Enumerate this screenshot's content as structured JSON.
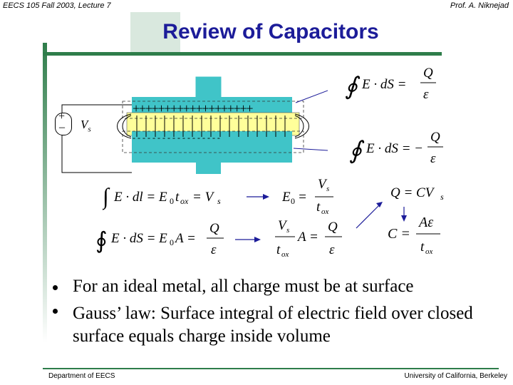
{
  "header": {
    "left": "EECS 105 Fall 2003, Lecture 7",
    "right": "Prof. A. Niknejad"
  },
  "title": "Review of Capacitors",
  "colors": {
    "title": "#1c1c99",
    "accent_green": "#2e7d4a",
    "capacitor_teal": "#40c4c8",
    "oxide_yellow": "#ffff9a",
    "gate_bg": "#e8eaf6"
  },
  "diagram": {
    "source_label": "V",
    "source_subscript": "s",
    "plus_symbol": "+",
    "minus_symbol": "–",
    "plus_charges": "+++++++++++++++++++",
    "minus_charges": "- - - - - - - - - - - - - - - - - -"
  },
  "equations": {
    "gauss_top": "∮E·dS = Q/ε",
    "gauss_bottom": "∮E·dS = −Q/ε",
    "line_integral": "∫E·dl = E₀t_ox = V_s",
    "field": "E₀ = V_s/t_ox",
    "charge": "Q = CV_s",
    "gauss_area": "∮E·dS = E₀A = Q/ε",
    "field_area": "(V_s/t_ox)A = Q/ε",
    "capacitance": "C = Aε/t_ox"
  },
  "bullets": [
    "For an ideal metal, all charge must be at surface",
    "Gauss’ law:  Surface integral of electric field over closed surface equals charge inside volume"
  ],
  "footer": {
    "left": "Department of EECS",
    "right": "University of California, Berkeley"
  }
}
